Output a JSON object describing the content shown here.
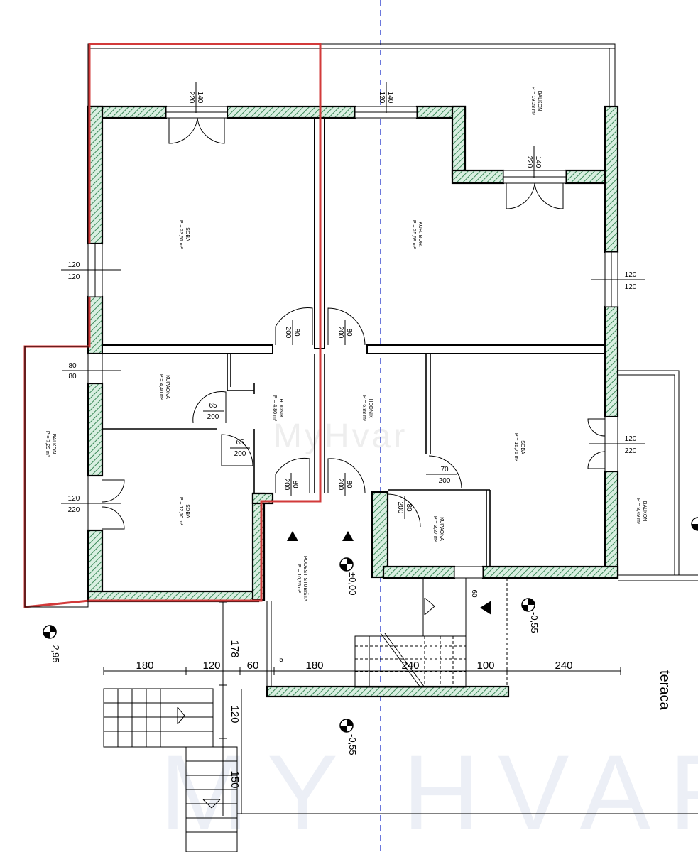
{
  "watermark_main": "MY HVAR",
  "watermark_center": "MyHvar",
  "rooms": [
    {
      "name": "SOBA",
      "area": "P = 23,51 m²"
    },
    {
      "name": "KUH. BOR.",
      "area": "P = 25,69 m²"
    },
    {
      "name": "BALKON",
      "area": "P = 19,28 m²"
    },
    {
      "name": "KUPAONA",
      "area": "P = 4,40 m²"
    },
    {
      "name": "HODNIK",
      "area": "P = 4,80 m²"
    },
    {
      "name": "HODNIK",
      "area": "P = 6,88 m²"
    },
    {
      "name": "SOBA",
      "area": "P = 15,75 m²"
    },
    {
      "name": "BALKON",
      "area": "P = 7,29 m²"
    },
    {
      "name": "SOBA",
      "area": "P = 12,10 m²"
    },
    {
      "name": "BALKON",
      "area": "P = 8,49 m²"
    },
    {
      "name": "KUPAONA",
      "area": "P = 3,27 m²"
    },
    {
      "name": "PODEST STUBIŠTA",
      "area": "P = 10,25 m²"
    }
  ],
  "opening_marks": [
    {
      "top": "140",
      "bottom": "220"
    },
    {
      "top": "140",
      "bottom": "120"
    },
    {
      "top": "140",
      "bottom": "220"
    },
    {
      "top": "120",
      "bottom": "120"
    },
    {
      "top": "120",
      "bottom": "120"
    },
    {
      "top": "80",
      "bottom": "200"
    },
    {
      "top": "80",
      "bottom": "200"
    },
    {
      "top": "80",
      "bottom": "80"
    },
    {
      "top": "65",
      "bottom": "200"
    },
    {
      "top": "65",
      "bottom": "200"
    },
    {
      "top": "120",
      "bottom": "220"
    },
    {
      "top": "120",
      "bottom": "220"
    },
    {
      "top": "70",
      "bottom": "200"
    },
    {
      "top": "80",
      "bottom": "200"
    },
    {
      "top": "80",
      "bottom": "200"
    },
    {
      "top": "80",
      "bottom": "200"
    },
    {
      "top": "60",
      "bottom": ""
    }
  ],
  "dimensions": {
    "horizontal": [
      "180",
      "120",
      "60",
      "5",
      "180",
      "240",
      "100",
      "240"
    ],
    "vertical": [
      "178",
      "120",
      "150"
    ]
  },
  "levels": [
    "-2,95",
    "±0,00",
    "-0,55",
    "-0,55"
  ],
  "terrace_label": "teraca"
}
